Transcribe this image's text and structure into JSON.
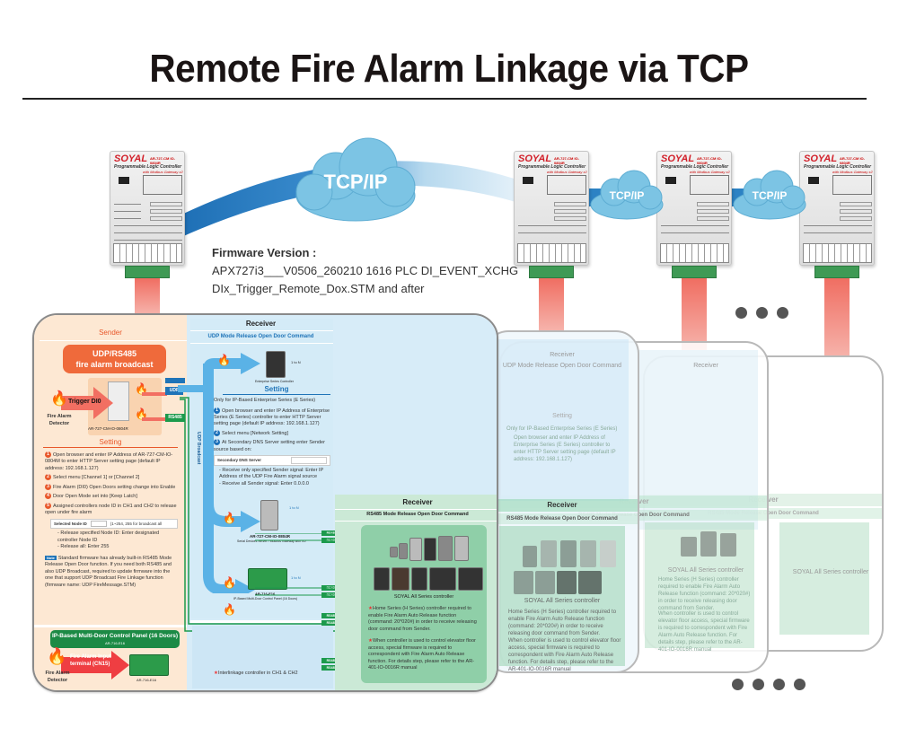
{
  "title": "Remote Fire Alarm Linkage via TCP",
  "firmware": {
    "heading": "Firmware Version :",
    "line1": "APX727i3___V0506_260210 1616 PLC DI_EVENT_XCHG",
    "line2": "DIx_Trigger_Remote_Dox.STM and after"
  },
  "plc_device": {
    "brand": "SOYAL",
    "model": "AR-727-CM IO-0804R",
    "subtitle": "Programmable Logic Controller",
    "subtitle2": "with Modbus Gateway x2"
  },
  "clouds": [
    "TCP/IP",
    "TCP/IP",
    "TCP/IP"
  ],
  "ellipsis_top": "3 dots",
  "ellipsis_bottom": "4 dots",
  "colors": {
    "sender_bg": "#fde8d3",
    "receiver_bg": "#d7ecf8",
    "rs485_green": "#1c9a4c",
    "udp_blue": "#1f74b8",
    "banner_orange": "#ef6a3b",
    "cloud_blue": "#7cc4e4"
  },
  "sender": {
    "title": "Sender",
    "banner_line1": "UDP/RS485",
    "banner_line2": "fire alarm broadcast",
    "trigger_label": "Trigger DI0",
    "detector_label": "Fire Alarm Detector",
    "device_label": "AR-727-CM-IO-0804R",
    "udp_tag": "UDP",
    "rs485_tag": "RS485",
    "setting_title": "Setting",
    "steps": [
      "Open browser and enter IP Address of AR-727-CM-IO-0804M to enter HTTP Server setting page (default IP address: 192.168.1.127)",
      "Select menu [Channel 1] or [Channel 2]",
      "Fire Alarm (DI0) Open Doors setting change into Enable",
      "Door Open Mode set into [Keep Latch]",
      "Assigned controllers node ID in CH1 and CH2 to release open under fire alarm"
    ],
    "node_field_label": "Selected Node ID",
    "node_field_hint": "(1~254, 255 for broadcast all",
    "node_notes": [
      "- Release specified Node ID: Enter designated controller Node ID",
      "- Release all: Enter 255"
    ],
    "note_badge": "Note",
    "note_text": "Standard firmware has already built-in RS485 Mode Release Open Door function. If you need both RS485 and also UDP Broadcast, required to update firmware into the one that support UDP Broadcast Fire Linkage function (firmware name: UDP FireMessage.STM)",
    "panel_banner": "IP-Based Multi-Door Control Panel (16 Doors)",
    "panel_banner_sub": "AR-716-E16",
    "panel_trigger": "Fire Alarm Input terminal (CN15)",
    "panel_detector": "Fire Alarm Detector",
    "panel_device": "AR-716-E16"
  },
  "receiver_udp": {
    "title": "Receiver",
    "subtitle": "UDP Mode Release Open Door Command",
    "vertical_label": "UDP Broadcast",
    "enterprise_caption": "Enterprise Series Controller",
    "one_to_n": "1 to N",
    "setting_title": "Setting",
    "only_for": "Only for IP-Based Enterprise Series (E Series)",
    "steps": [
      "Open browser and enter IP Address of Enterprise Series (E Series) controller to enter HTTP Server setting page (default IP address: 192.168.1.127)",
      "Select menu [Network Setting]",
      "At Secondary DNS Server setting enter Sender source based on:"
    ],
    "dns_field_label": "Secondary DNS Server",
    "dns_notes": [
      "- Receive only specified Sender signal: Enter IP Address of the UDP Fire Alarm signal source",
      "- Receive all Sender signal: Enter 0.0.0.0"
    ],
    "serial_device": "AR-727-CM-IO-0804R",
    "serial_device_sub": "Serial Devices Server / Modbus Gateway with I/O",
    "panel_device": "AR-716-E16",
    "panel_device_sub": "IP-Based Multi-Door Control Panel (16 Doors)",
    "footnote": "Interlinkage controller in CH1 & CH2"
  },
  "channel_tags": [
    "RS485 CH1",
    "RS485 CH2"
  ],
  "receiver_rs485": {
    "title": "Receiver",
    "subtitle": "RS485 Mode Release Open Door Command",
    "caption": "SOYAL All Series controller",
    "notes": [
      "Home Series (H Series) controller required to enable Fire Alarm Auto Release function (command: 20*020#) in order to receive releasing door command from Sender.",
      "When controller is used to control elevator floor access, special firmware is required to correspondent with Fire Alarm Auto Release function. For details step, please refer to the AR-401-IO-0016R manual"
    ]
  }
}
